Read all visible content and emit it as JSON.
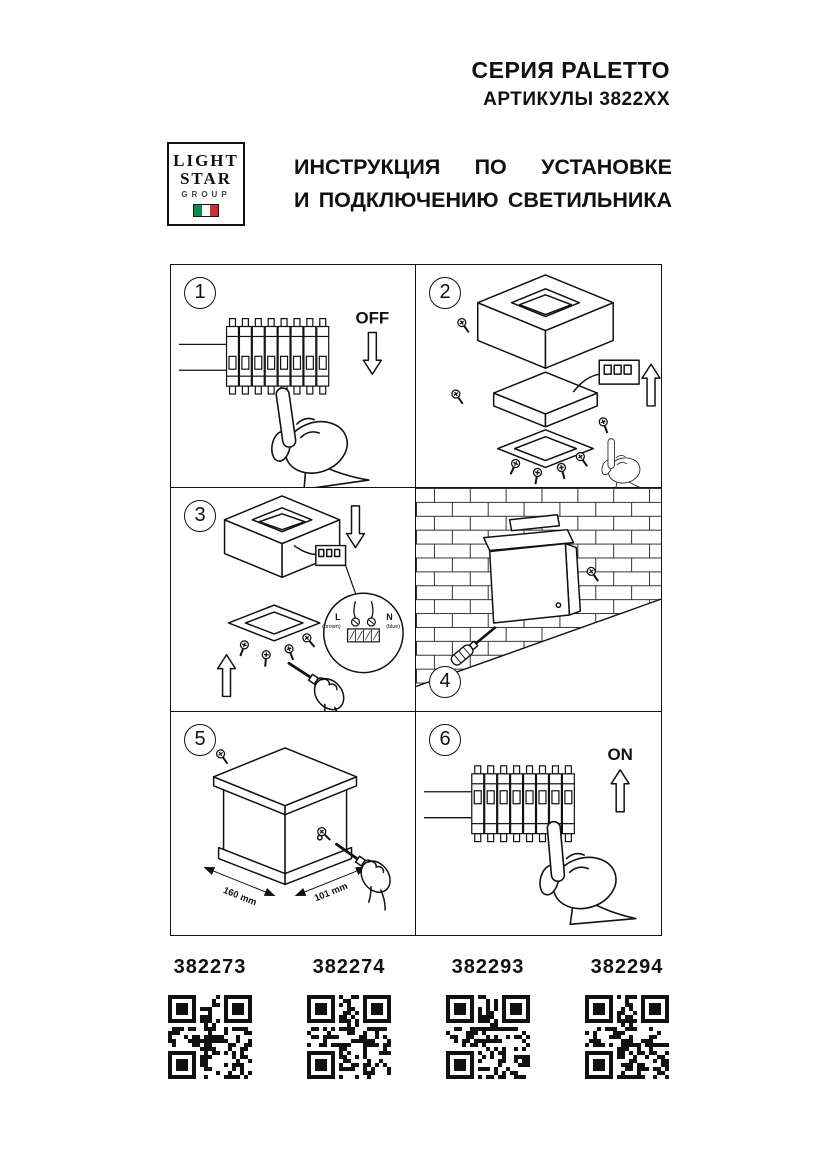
{
  "header": {
    "series": "СЕРИЯ PALETTO",
    "articles_line": "АРТИКУЛЫ 3822XX",
    "title_line1": "ИНСТРУКЦИЯ ПО УСТАНОВКЕ",
    "title_line2": "И ПОДКЛЮЧЕНИЮ СВЕТИЛЬНИКА"
  },
  "logo": {
    "line1": "LIGHT",
    "line2": "STAR",
    "line3": "GROUP",
    "flag_colors": {
      "green": "#009246",
      "white": "#ffffff",
      "red": "#ce2b37"
    }
  },
  "steps": [
    {
      "num": "1",
      "switch_label": "OFF"
    },
    {
      "num": "2"
    },
    {
      "num": "3",
      "terminal": {
        "l": "L",
        "l_color": "(brown)",
        "n": "N",
        "n_color": "(blue)"
      }
    },
    {
      "num": "4"
    },
    {
      "num": "5",
      "dims": {
        "width": "160 mm",
        "depth": "101 mm"
      }
    },
    {
      "num": "6",
      "switch_label": "ON"
    }
  ],
  "products": [
    {
      "article": "382273"
    },
    {
      "article": "382274"
    },
    {
      "article": "382293"
    },
    {
      "article": "382294"
    }
  ]
}
